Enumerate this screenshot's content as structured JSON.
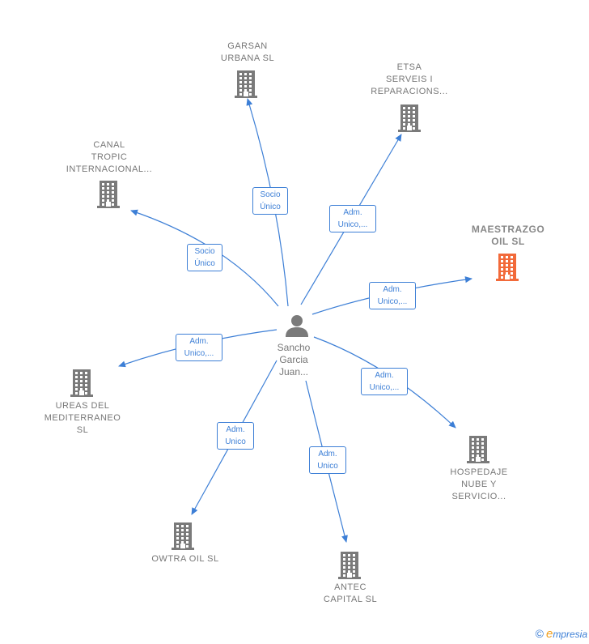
{
  "center": {
    "name": "Sancho\nGarcia\nJuan..."
  },
  "companies": [
    {
      "id": "garsan",
      "label": "GARSAN\nURBANA  SL",
      "highlight": false
    },
    {
      "id": "etsa",
      "label": "ETSA\nSERVEIS I\nREPARACIONS...",
      "highlight": false
    },
    {
      "id": "canal",
      "label": "CANAL\nTROPIC\nINTERNACIONAL...",
      "highlight": false
    },
    {
      "id": "maestrazgo",
      "label": "MAESTRAZGO\nOIL  SL",
      "highlight": true
    },
    {
      "id": "ureas",
      "label": "UREAS DEL\nMEDITERRANEO\nSL",
      "highlight": false
    },
    {
      "id": "hospedaje",
      "label": "HOSPEDAJE\nNUBE Y\nSERVICIO...",
      "highlight": false
    },
    {
      "id": "owtra",
      "label": "OWTRA OIL  SL",
      "highlight": false
    },
    {
      "id": "antec",
      "label": "ANTEC\nCAPITAL  SL",
      "highlight": false
    }
  ],
  "relations": [
    {
      "to": "garsan",
      "label": "Socio\nÚnico"
    },
    {
      "to": "etsa",
      "label": "Adm.\nUnico,..."
    },
    {
      "to": "canal",
      "label": "Socio\nÚnico"
    },
    {
      "to": "maestrazgo",
      "label": "Adm.\nUnico,..."
    },
    {
      "to": "ureas",
      "label": "Adm.\nUnico,..."
    },
    {
      "to": "hospedaje",
      "label": "Adm.\nUnico,..."
    },
    {
      "to": "owtra",
      "label": "Adm.\nUnico"
    },
    {
      "to": "antec",
      "label": "Adm.\nUnico"
    }
  ],
  "colors": {
    "edge": "#3d7fd6",
    "building": "#7a7a7a",
    "building_highlight": "#f26a3a",
    "person": "#7a7a7a"
  },
  "footer": {
    "copyright": "©",
    "brand_initial": "e",
    "brand_rest": "mpresia"
  }
}
